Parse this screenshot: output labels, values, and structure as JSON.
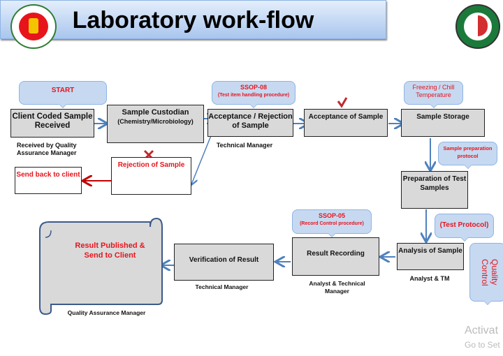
{
  "title": "Laboratory work-flow",
  "logos": {
    "left": "bangladesh-government-seal",
    "right": "department-of-fisheries-seal"
  },
  "colors": {
    "box_fill": "#d9d9d9",
    "callout_fill": "#c6d9f1",
    "callout_text": "#e8141c",
    "arrow": "#4f81bd",
    "reject_arrow": "#c00000"
  },
  "boxes": {
    "client": "Client Coded Sample Received",
    "custodian": "Sample Custodian",
    "custodian_sub": "(Chemistry/Microbiology)",
    "accept_reject": "Acceptance / Rejection of Sample",
    "acceptance": "Acceptance of Sample",
    "storage": "Sample Storage",
    "preparation": "Preparation of Test Samples",
    "analysis": "Analysis of Sample",
    "recording": "Result Recording",
    "verification": "Verification of Result",
    "published": "Result Published & Send to Client",
    "rejection": "Rejection of Sample",
    "send_back": "Send back to client"
  },
  "callouts": {
    "start": "START",
    "ssop08": "SSOP-08",
    "ssop08_sub": "(Test item handling procedure)",
    "freezing": "Freezing / Chill Temperature",
    "prep_protocol": "Sample preparation protocol",
    "ssop05": "SSOP-05",
    "ssop05_sub": "(Record Control procedure)",
    "test_protocol": "(Test Protocol)",
    "quality_control": "Quality Control"
  },
  "labels": {
    "client": "Received by Quality Assurance Manager",
    "accept_reject": "Technical Manager",
    "analysis": "Analyst & TM",
    "recording": "Analyst & Technical Manager",
    "verification": "Technical Manager",
    "published": "Quality Assurance Manager"
  },
  "watermark": {
    "line1": "Activat",
    "line2": "Go to Set"
  }
}
